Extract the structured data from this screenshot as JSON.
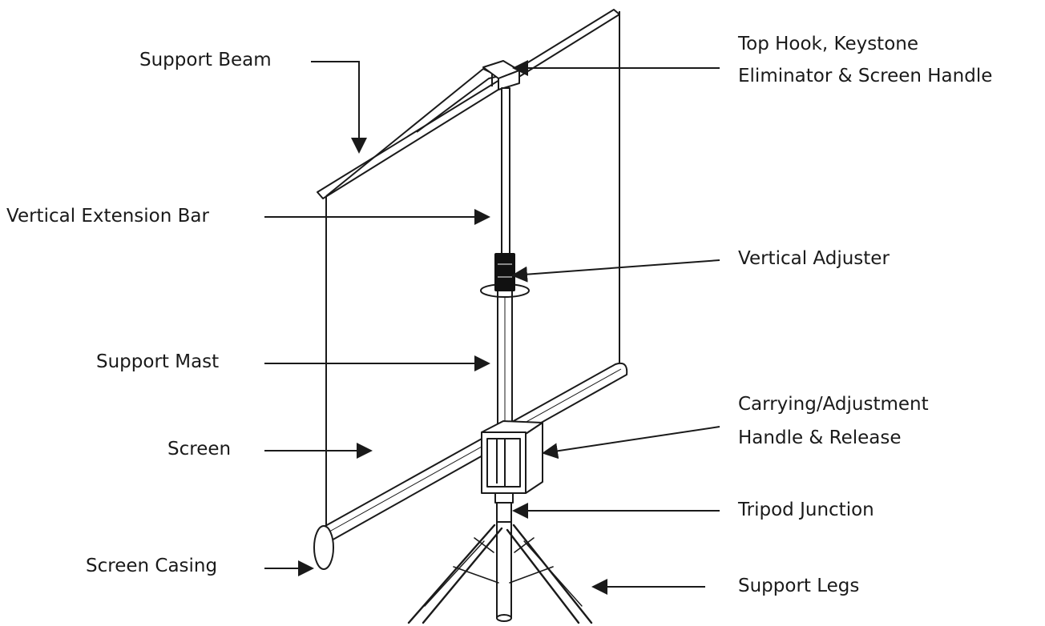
{
  "diagram": {
    "colors": {
      "ink": "#1a1a1a",
      "background": "#ffffff",
      "adjuster": "#111111"
    },
    "labels": {
      "support_beam": "Support Beam",
      "top_hook_line1": "Top Hook, Keystone",
      "top_hook_line2": "Eliminator & Screen Handle",
      "vertical_extension_bar": "Vertical Extension Bar",
      "vertical_adjuster": "Vertical Adjuster",
      "support_mast": "Support Mast",
      "carrying_line1": "Carrying/Adjustment",
      "carrying_line2": "Handle & Release",
      "screen": "Screen",
      "tripod_junction": "Tripod Junction",
      "screen_casing": "Screen Casing",
      "support_legs": "Support Legs"
    }
  }
}
